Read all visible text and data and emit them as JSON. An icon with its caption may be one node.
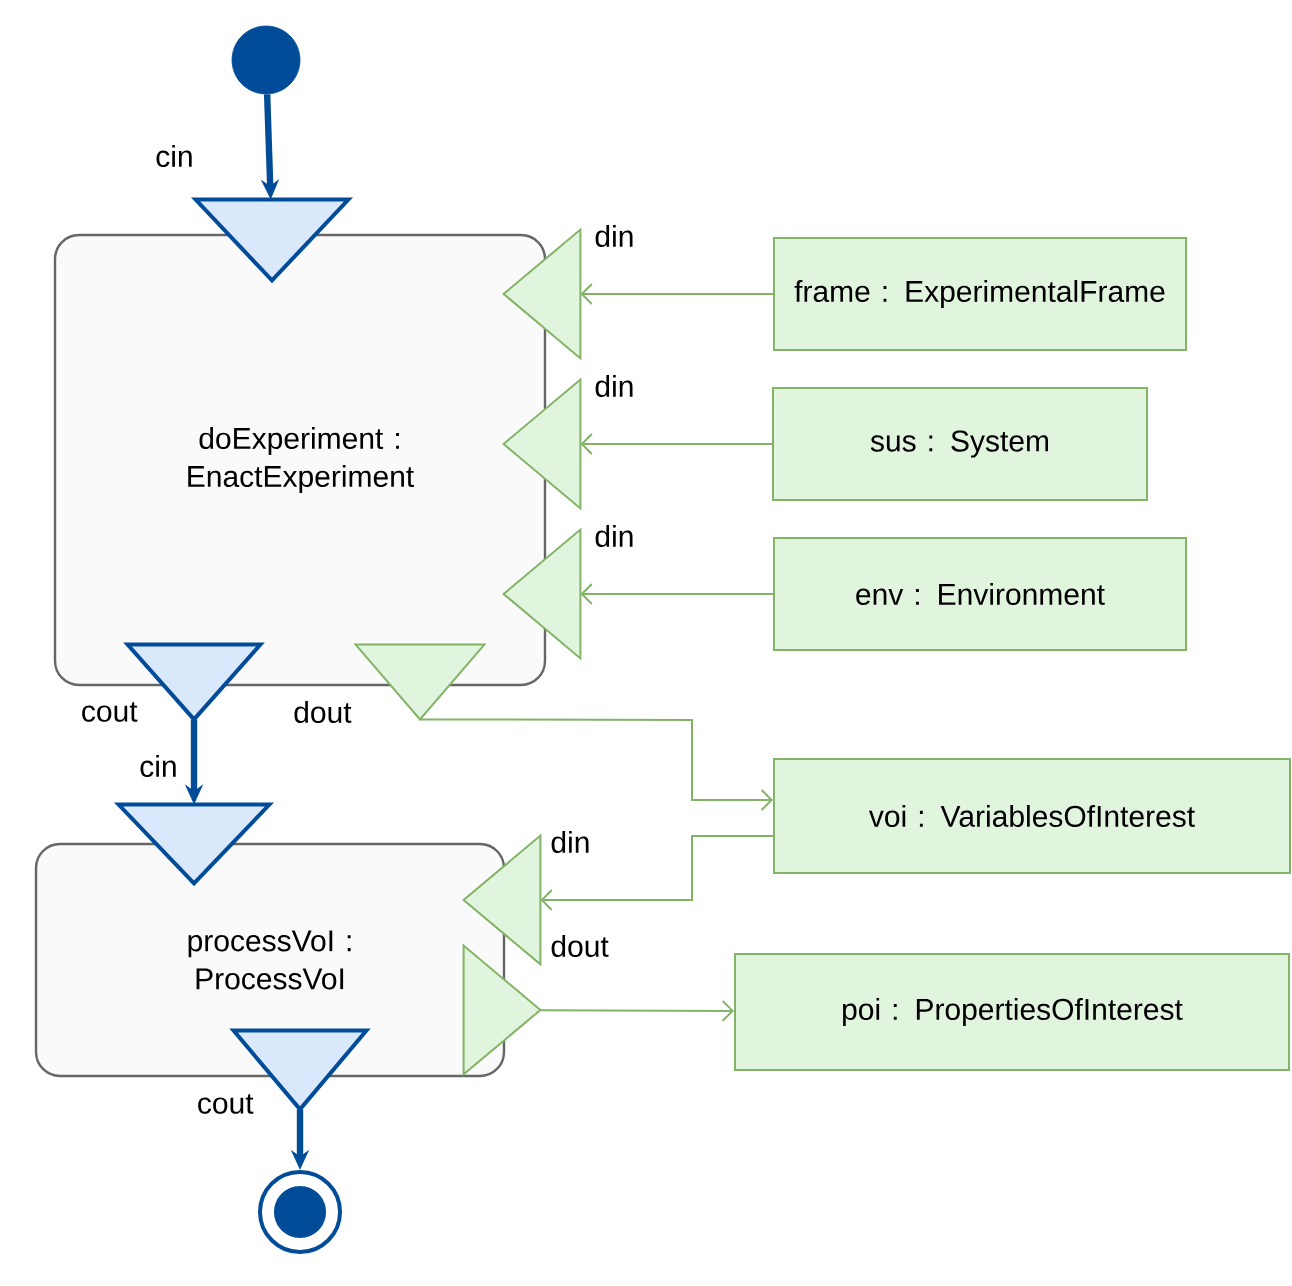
{
  "diagram": {
    "nodes": [
      {
        "text": [],
        "shape": "circle"
      },
      {
        "text": [
          "doExperiment : EnactExperiment"
        ]
      },
      {
        "text": [],
        "shape": "triangle",
        "beside": [
          "cin"
        ]
      },
      {
        "text": [],
        "shape": "triangle",
        "beside": [
          "din"
        ]
      },
      {
        "text": [],
        "shape": "triangle",
        "beside": [
          "din"
        ]
      },
      {
        "text": [],
        "shape": "triangle",
        "beside": [
          "din"
        ]
      },
      {
        "text": [],
        "shape": "triangle",
        "beside": [
          "cout"
        ]
      },
      {
        "text": [],
        "shape": "triangle",
        "beside": [
          "dout"
        ]
      },
      {
        "text": [
          "frame : ExperimentalFrame"
        ]
      },
      {
        "text": [
          "sus : System"
        ]
      },
      {
        "text": [
          "env : Environment"
        ]
      },
      {
        "text": [
          "voi : VariablesOfInterest"
        ]
      },
      {
        "text": [
          "processVoI : ProcessVoI"
        ]
      },
      {
        "text": [],
        "shape": "triangle",
        "beside": [
          "cin"
        ]
      },
      {
        "text": [],
        "shape": "triangle",
        "beside": [
          "din"
        ]
      },
      {
        "text": [],
        "shape": "triangle",
        "beside": [
          "dout"
        ]
      },
      {
        "text": [],
        "shape": "triangle",
        "beside": [
          "cout"
        ]
      },
      {
        "text": [
          "poi : PropertiesOfInterest"
        ]
      },
      {
        "text": [],
        "shape": "circle"
      }
    ],
    "edges": [
      {
        "from": 0,
        "to": 2,
        "arrow": "to",
        "style": "thick",
        "color": "#004c99"
      },
      {
        "from": 8,
        "to": 3,
        "arrow": "to"
      },
      {
        "from": 9,
        "to": 4,
        "arrow": "to"
      },
      {
        "from": 10,
        "to": 5,
        "arrow": "to"
      },
      {
        "from": 6,
        "to": 13,
        "arrow": "to",
        "style": "thick",
        "color": "#004c99"
      },
      {
        "from": 7,
        "to": 11,
        "arrow": "to"
      },
      {
        "from": 11,
        "to": 14,
        "arrow": "to"
      },
      {
        "from": 15,
        "to": 17,
        "arrow": "to"
      },
      {
        "from": 16,
        "to": 18,
        "arrow": "to",
        "style": "thick",
        "color": "#004c99"
      }
    ]
  }
}
